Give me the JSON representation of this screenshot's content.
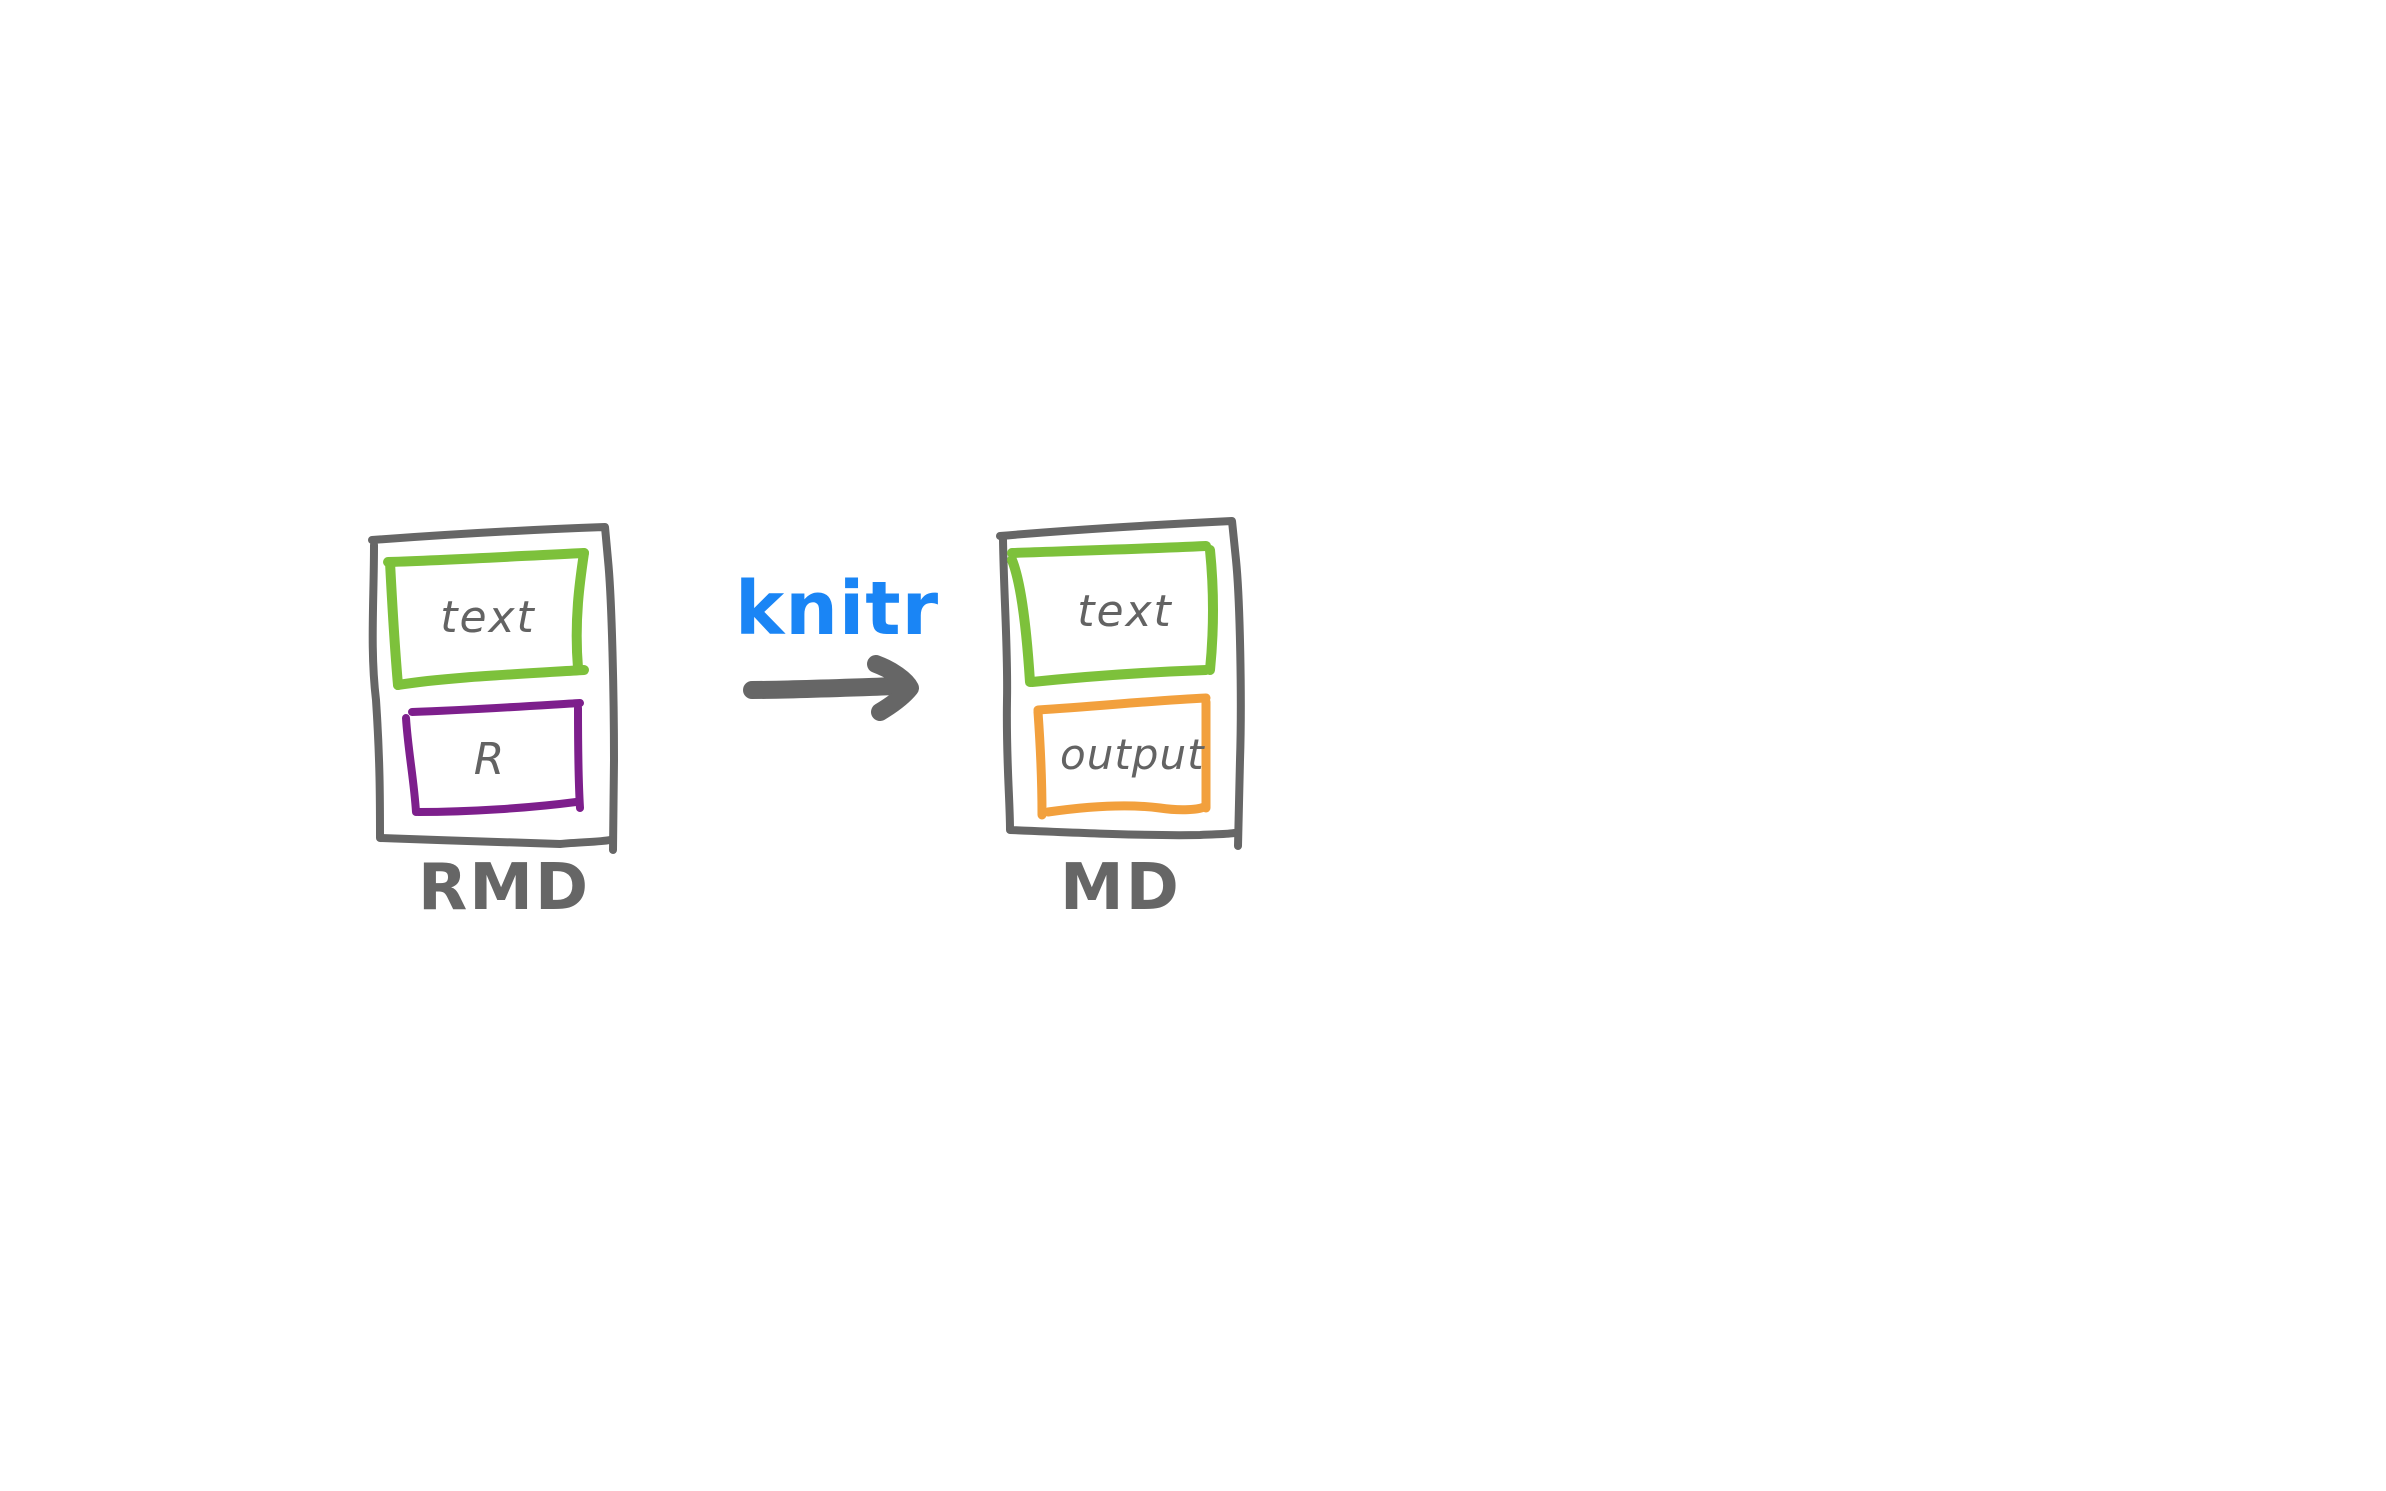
{
  "diagram": {
    "title": "",
    "colors": {
      "outline": "#666666",
      "text_block": "#7dc13b",
      "r_block": "#7d1f8c",
      "output_block": "#f2a03d",
      "process_label": "#1a85f5",
      "background": "#ffffff"
    },
    "source_doc": {
      "label": "RMD",
      "blocks": [
        {
          "label": "text",
          "kind": "text"
        },
        {
          "label": "R",
          "kind": "code"
        }
      ]
    },
    "process": {
      "label": "knitr",
      "arrow_icon": "right-arrow-icon"
    },
    "target_doc": {
      "label": "MD",
      "blocks": [
        {
          "label": "text",
          "kind": "text"
        },
        {
          "label": "output",
          "kind": "output"
        }
      ]
    }
  }
}
